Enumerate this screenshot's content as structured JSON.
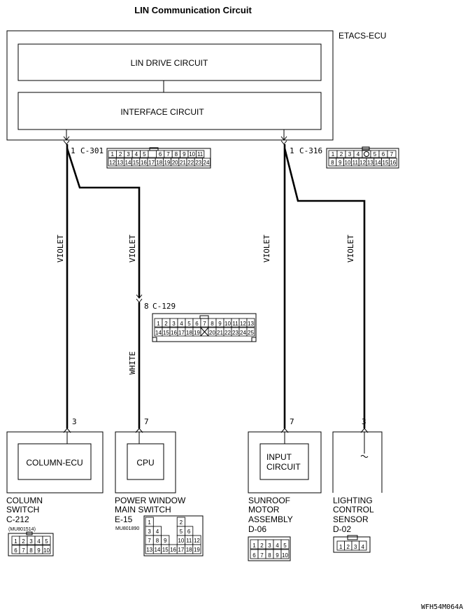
{
  "title": "LIN Communication Circuit",
  "ecu": {
    "name": "ETACS-ECU",
    "block1": "LIN DRIVE CIRCUIT",
    "block2": "INTERFACE CIRCUIT"
  },
  "connectors": {
    "c301": {
      "pin": "1",
      "label": "C-301",
      "row1": [
        "1",
        "2",
        "3",
        "4",
        "5",
        "",
        "6",
        "7",
        "8",
        "9",
        "10",
        "11"
      ],
      "row2": [
        "12",
        "13",
        "14",
        "15",
        "16",
        "17",
        "18",
        "19",
        "20",
        "21",
        "22",
        "23",
        "24"
      ]
    },
    "c316": {
      "pin": "1",
      "label": "C-316",
      "row1": [
        "1",
        "2",
        "3",
        "4",
        "",
        "5",
        "6",
        "7"
      ],
      "row2": [
        "8",
        "9",
        "10",
        "11",
        "12",
        "13",
        "14",
        "15",
        "16"
      ]
    },
    "c129": {
      "pin": "8",
      "label": "C-129",
      "row1": [
        "1",
        "2",
        "3",
        "4",
        "5",
        "6",
        "7",
        "8",
        "9",
        "10",
        "11",
        "12",
        "13"
      ],
      "row2": [
        "14",
        "15",
        "16",
        "17",
        "18",
        "19",
        "",
        "20",
        "21",
        "22",
        "23",
        "24",
        "25"
      ]
    }
  },
  "wires": {
    "w1": "VIOLET",
    "w2": "VIOLET",
    "w2b": "WHITE",
    "w3": "VIOLET",
    "w4": "VIOLET"
  },
  "devices": {
    "column": {
      "pin": "3",
      "inner": "COLUMN-ECU",
      "name1": "COLUMN",
      "name2": "SWITCH",
      "code": "C-212",
      "part": "(MU801514)",
      "row1": [
        "1",
        "2",
        "3",
        "4",
        "5"
      ],
      "row2": [
        "6",
        "7",
        "8",
        "9",
        "10"
      ]
    },
    "window": {
      "pin": "7",
      "inner": "CPU",
      "name1": "POWER WINDOW",
      "name2": "MAIN SWITCH",
      "code": "E-15",
      "part": "MU801890"
    },
    "sunroof": {
      "pin": "7",
      "inner1": "INPUT",
      "inner2": "CIRCUIT",
      "name1": "SUNROOF",
      "name2": "MOTOR",
      "name3": "ASSEMBLY",
      "code": "D-06",
      "row1": [
        "1",
        "2",
        "3",
        "4",
        "5"
      ],
      "row2": [
        "6",
        "7",
        "8",
        "9",
        "10"
      ]
    },
    "lighting": {
      "pin": "3",
      "name1": "LIGHTING",
      "name2": "CONTROL",
      "name3": "SENSOR",
      "code": "D-02",
      "row1": [
        "1",
        "2",
        "3",
        "4"
      ]
    }
  },
  "window_pins": [
    [
      "1",
      "",
      "",
      "",
      "2",
      ""
    ],
    [
      "3",
      "4",
      "",
      "",
      "5",
      "6"
    ],
    [
      "7",
      "8",
      "9",
      "",
      "10",
      "11",
      "12"
    ],
    [
      "13",
      "14",
      "15",
      "16",
      "17",
      "18",
      "19"
    ]
  ],
  "figure_code": "WFH54M064A"
}
